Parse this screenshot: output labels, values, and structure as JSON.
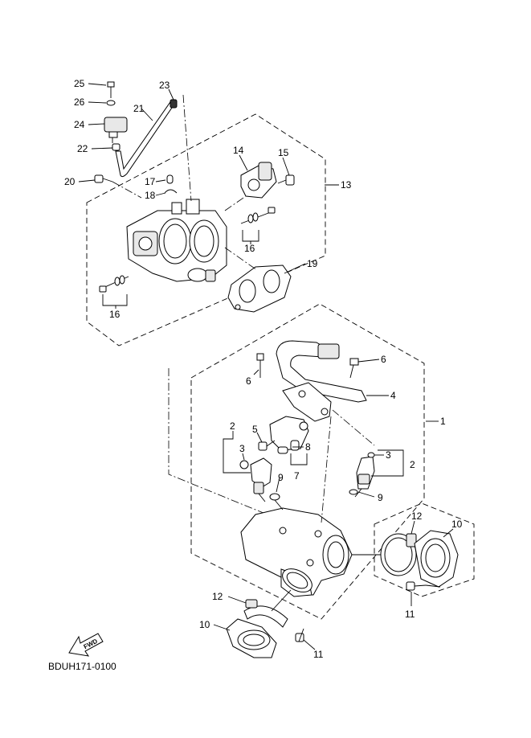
{
  "diagram": {
    "code": "BDUH171-0100",
    "fwd_label": "FWD",
    "callouts": [
      {
        "id": "c25",
        "label": "25"
      },
      {
        "id": "c26",
        "label": "26"
      },
      {
        "id": "c24",
        "label": "24"
      },
      {
        "id": "c22",
        "label": "22"
      },
      {
        "id": "c23",
        "label": "23"
      },
      {
        "id": "c21",
        "label": "21"
      },
      {
        "id": "c20",
        "label": "20"
      },
      {
        "id": "c17",
        "label": "17"
      },
      {
        "id": "c18",
        "label": "18"
      },
      {
        "id": "c14",
        "label": "14"
      },
      {
        "id": "c15",
        "label": "15"
      },
      {
        "id": "c13",
        "label": "13"
      },
      {
        "id": "c16a",
        "label": "16"
      },
      {
        "id": "c19",
        "label": "19"
      },
      {
        "id": "c16b",
        "label": "16"
      },
      {
        "id": "c6a",
        "label": "6"
      },
      {
        "id": "c6b",
        "label": "6"
      },
      {
        "id": "c4",
        "label": "4"
      },
      {
        "id": "c1",
        "label": "1"
      },
      {
        "id": "c2a",
        "label": "2"
      },
      {
        "id": "c3a",
        "label": "3"
      },
      {
        "id": "c5",
        "label": "5"
      },
      {
        "id": "c8",
        "label": "8"
      },
      {
        "id": "c7",
        "label": "7"
      },
      {
        "id": "c9a",
        "label": "9"
      },
      {
        "id": "c3b",
        "label": "3"
      },
      {
        "id": "c2b",
        "label": "2"
      },
      {
        "id": "c9b",
        "label": "9"
      },
      {
        "id": "c12a",
        "label": "12"
      },
      {
        "id": "c10a",
        "label": "10"
      },
      {
        "id": "c11a",
        "label": "11"
      },
      {
        "id": "c12b",
        "label": "12"
      },
      {
        "id": "c10b",
        "label": "10"
      },
      {
        "id": "c11b",
        "label": "11"
      }
    ]
  }
}
